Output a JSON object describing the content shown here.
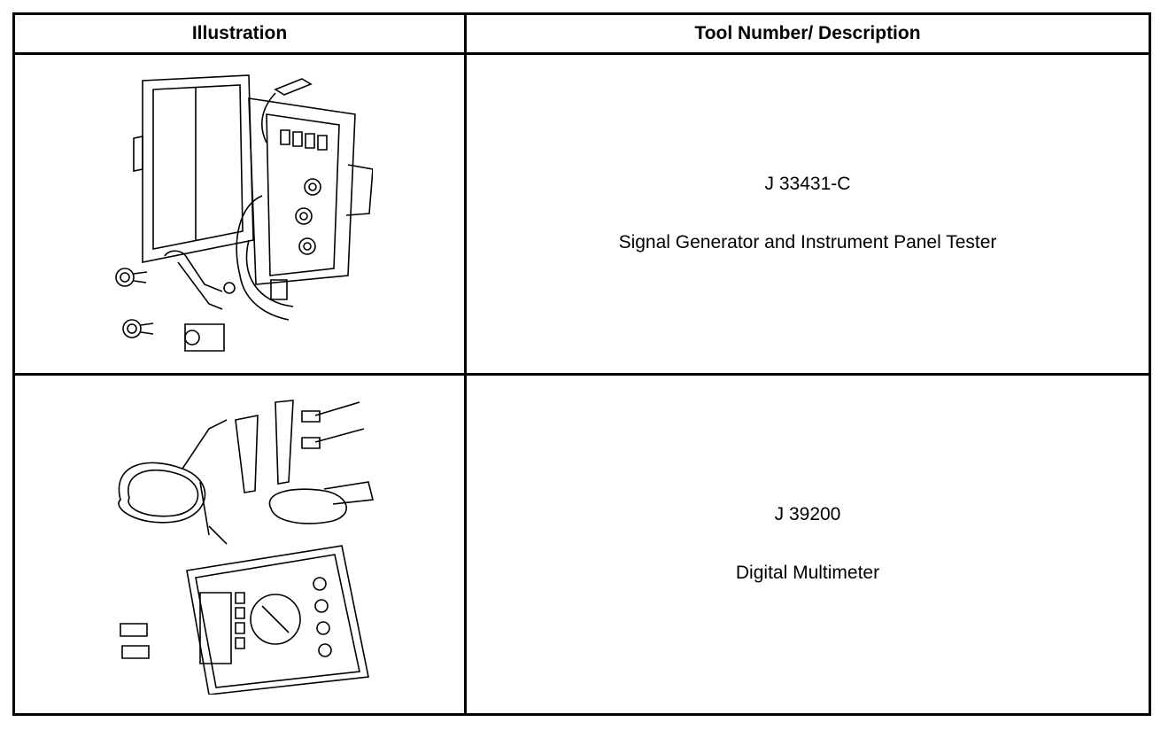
{
  "table": {
    "headers": {
      "illustration": "Illustration",
      "tool": "Tool Number/ Description"
    },
    "rows": [
      {
        "tool_number": "J 33431-C",
        "description": "Signal Generator and Instrument Panel Tester",
        "illustration_icon": "signal-generator-kit-drawing"
      },
      {
        "tool_number": "J 39200",
        "description": "Digital Multimeter",
        "illustration_icon": "digital-multimeter-kit-drawing"
      }
    ]
  }
}
